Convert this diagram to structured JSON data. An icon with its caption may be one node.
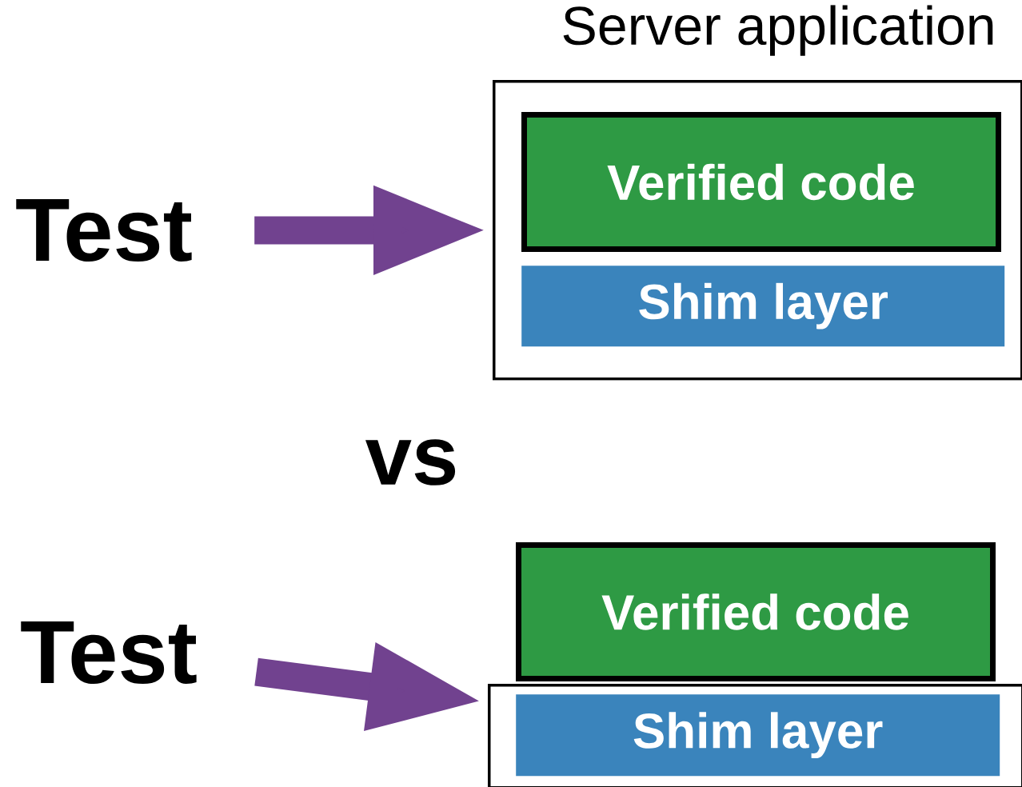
{
  "diagram": {
    "nodes": [
      {
        "text": [
          "Test"
        ]
      },
      {
        "text": [
          "Server application"
        ]
      },
      {
        "text": [
          "Verified code"
        ],
        "in": 1
      },
      {
        "text": [
          "Shim layer"
        ],
        "in": 1
      },
      {
        "text": [
          "Test"
        ]
      },
      {
        "text": [
          "Verified code"
        ]
      },
      {
        "text": [],
        "shape": "box"
      },
      {
        "text": [
          "Shim layer"
        ],
        "in": 6
      }
    ],
    "edges": [
      {
        "from": 0,
        "to": 1,
        "arrow": "to"
      },
      {
        "from": 4,
        "to": 6,
        "arrow": "to"
      }
    ],
    "labels": [
      "vs"
    ]
  }
}
